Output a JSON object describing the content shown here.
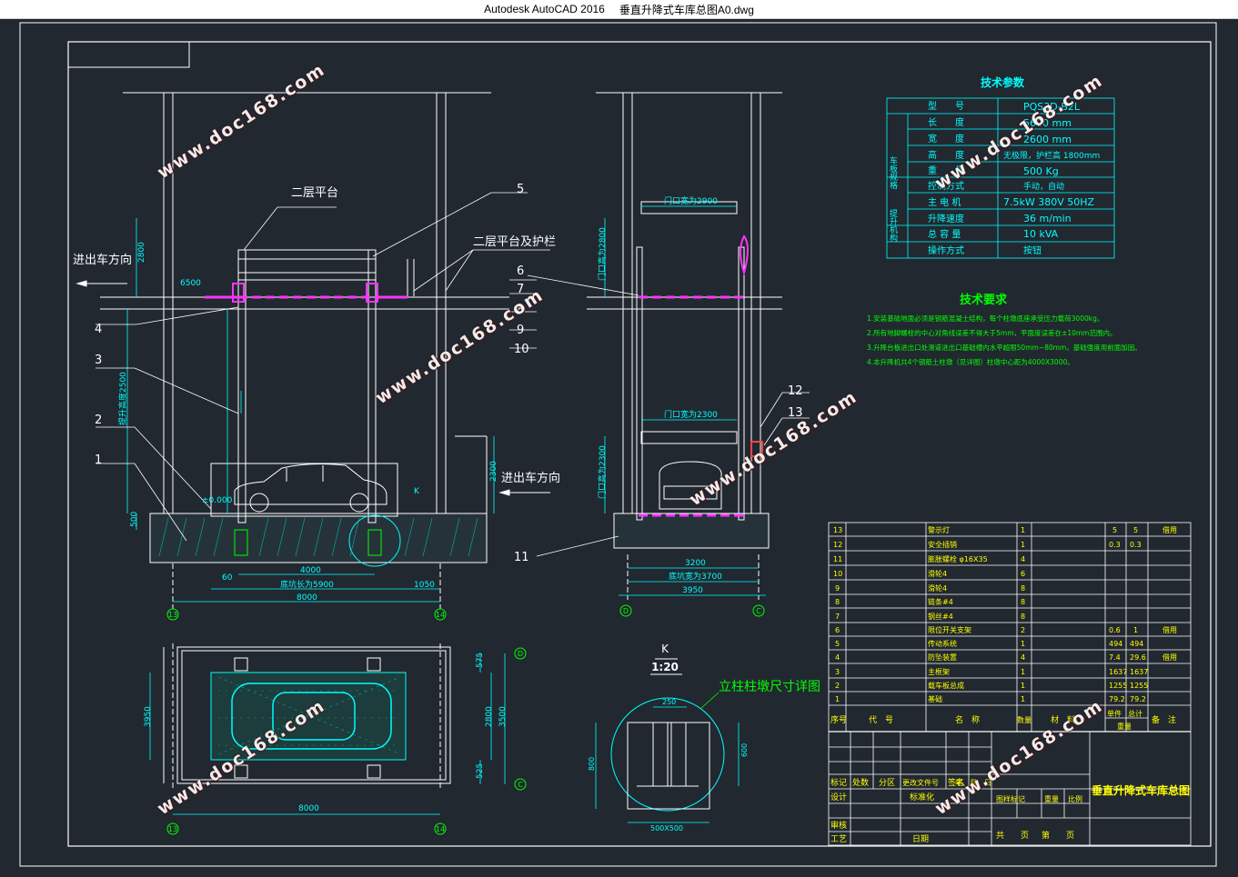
{
  "window": {
    "app_name": "Autodesk AutoCAD 2016",
    "file_name": "垂直升降式车库总图A0.dwg"
  },
  "watermark": "www.doc168.com",
  "colors": {
    "background": "#212830",
    "frame": "#ffffff",
    "structure": "#ffffff",
    "dimension": "#00ffff",
    "label": "#00ff00",
    "platform": "#ff33ff",
    "table_text_yellow": "#ffff00",
    "concrete": "#00c8c8"
  },
  "front_view": {
    "label_second_platform": "二层平台",
    "label_guardrail": "二层平台及护栏",
    "label_entry_left": "进出车方向",
    "label_entry_right": "进出车方向",
    "callouts": [
      "1",
      "2",
      "3",
      "4",
      "5",
      "6",
      "7",
      "8",
      "9",
      "10"
    ],
    "dim_total": "8000",
    "dim_floor": "底坑长为5900",
    "dim_4000": "4000",
    "dim_1050": "1050",
    "dim_60": "60",
    "dim_2800": "2800",
    "dim_6500": "6500",
    "dim_500": "500",
    "dim_2300": "2300",
    "dim_height_left": "提升高度2500",
    "dim_0000": "±0.000",
    "section_mark": "K",
    "axis_left": "13",
    "axis_right": "14"
  },
  "side_view": {
    "dim_door_top": "门口宽为2900",
    "dim_door_bottom": "门口宽为2300",
    "dim_door_h1": "门口高为2800",
    "dim_door_h2": "门口高为2300",
    "dim_3200": "3200",
    "dim_pit": "底坑宽为3700",
    "dim_3950": "3950",
    "callouts": [
      "11",
      "12",
      "13"
    ],
    "axis_left": "D",
    "axis_right": "C"
  },
  "plan_view": {
    "dim_8000": "8000",
    "dim_3950": "3950",
    "dim_2800": "2800",
    "dim_3500": "3500",
    "dim_575": "575",
    "dim_525": "525",
    "axis_top": "D",
    "axis_bottom": "C",
    "axis_left": "13",
    "axis_right": "14"
  },
  "detail_k": {
    "title_letter": "K",
    "scale": "1:20",
    "caption": "立柱柱墩尺寸详图",
    "dim_top": "250",
    "dim_bottom": "500X500",
    "dim_side": "800",
    "dim_right": "600"
  },
  "tech_params": {
    "title": "技术参数",
    "rows": [
      {
        "group": "",
        "name": "型　　号",
        "value": "PQS3D-B2L"
      },
      {
        "group": "车板规格",
        "name": "长　　度",
        "value": "5600 mm"
      },
      {
        "group": "",
        "name": "宽　　度",
        "value": "2600 mm"
      },
      {
        "group": "",
        "name": "高　　度",
        "value": "无极限，护栏高 1800mm"
      },
      {
        "group": "",
        "name": "重　　量",
        "value": "500 Kg"
      },
      {
        "group": "提升机构",
        "name": "控制方式",
        "value": "手动，自动"
      },
      {
        "group": "",
        "name": "主 电 机",
        "value": "7.5kW 380V 50HZ"
      },
      {
        "group": "",
        "name": "升降速度",
        "value": "36 m/min"
      },
      {
        "group": "",
        "name": "总 容 量",
        "value": "10 kVA"
      },
      {
        "group": "",
        "name": "操作方式",
        "value": "按钮"
      }
    ]
  },
  "tech_requirements": {
    "title": "技术要求",
    "items": [
      "1.安装基础地面必须是钢筋混凝土结构，每个柱墩底座承受压力载荷3000kg。",
      "2.所有地脚螺栓的中心对角线误差不得大于5mm，平面度误差在±10mm范围内。",
      "3.升降台板进出口处滑道进出口基础槽内水平超限50mm~80mm，基础强度用前面加固。",
      "4.本升降机共4个钢筋土柱墩（见详图）柱墩中心距为4000X3000。"
    ]
  },
  "bom": {
    "rows": [
      {
        "no": "13",
        "name": "警示灯",
        "qty": "1",
        "w1": "5",
        "w2": "5",
        "note": "借用"
      },
      {
        "no": "12",
        "name": "安全插销",
        "qty": "1",
        "w1": "0.3",
        "w2": "0.3",
        "note": ""
      },
      {
        "no": "11",
        "name": "膨胀螺栓 φ16X35",
        "qty": "4",
        "w1": "",
        "w2": "",
        "note": ""
      },
      {
        "no": "10",
        "name": "滑轮4",
        "qty": "6",
        "w1": "",
        "w2": "",
        "note": ""
      },
      {
        "no": "9",
        "name": "滑轮4",
        "qty": "8",
        "w1": "",
        "w2": "",
        "note": ""
      },
      {
        "no": "8",
        "name": "链条#4",
        "qty": "8",
        "w1": "",
        "w2": "",
        "note": ""
      },
      {
        "no": "7",
        "name": "钢丝#4",
        "qty": "8",
        "w1": "",
        "w2": "",
        "note": ""
      },
      {
        "no": "6",
        "name": "限位开关支架",
        "qty": "2",
        "w1": "0.6",
        "w2": "1",
        "note": "借用"
      },
      {
        "no": "5",
        "name": "传动系统",
        "qty": "1",
        "w1": "494",
        "w2": "494",
        "note": ""
      },
      {
        "no": "4",
        "name": "防坠装置",
        "qty": "4",
        "w1": "7.4",
        "w2": "29.6",
        "note": "借用"
      },
      {
        "no": "3",
        "name": "主框架",
        "qty": "1",
        "w1": "1637",
        "w2": "1637",
        "note": ""
      },
      {
        "no": "2",
        "name": "载车板总成",
        "qty": "1",
        "w1": "1255",
        "w2": "1255",
        "note": ""
      },
      {
        "no": "1",
        "name": "基础",
        "qty": "1",
        "w1": "79.2",
        "w2": "79.2",
        "note": ""
      }
    ],
    "headers": {
      "no": "序号",
      "code": "代　号",
      "name": "名　称",
      "qty": "数量",
      "material": "材　料",
      "unit_weight": "单件",
      "total_weight": "总计",
      "weight": "重量",
      "note": "备　注"
    }
  },
  "title_block": {
    "drawing_title": "垂直升降式车库总图",
    "row_mark": "标记",
    "row_count": "处数",
    "row_zone": "分区",
    "row_change": "更改文件号",
    "row_sign": "签名",
    "row_date": "年、月、日",
    "design": "设计",
    "standard": "标准化",
    "review": "审核",
    "process": "工艺",
    "approve": "日期",
    "stage": "图样标记",
    "weight": "重量",
    "ratio": "比例",
    "sheet_total": "共　　页",
    "sheet_no": "第　　页"
  }
}
